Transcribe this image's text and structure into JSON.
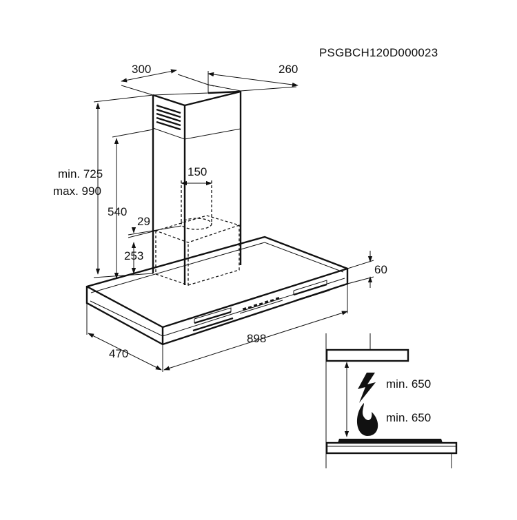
{
  "product_code": "PSGBCH120D000023",
  "dimensions": {
    "chimney_depth": "300",
    "chimney_width": "260",
    "height_min": "min. 725",
    "height_max": "max. 990",
    "inner_height": "540",
    "outlet_diameter": "150",
    "motor_offset": "29",
    "motor_height": "253",
    "canopy_thickness": "60",
    "canopy_depth": "470",
    "canopy_width": "898"
  },
  "installation": {
    "electric_min": "min. 650",
    "gas_min": "min. 650",
    "electric_icon": "lightning-icon",
    "gas_icon": "flame-icon"
  }
}
